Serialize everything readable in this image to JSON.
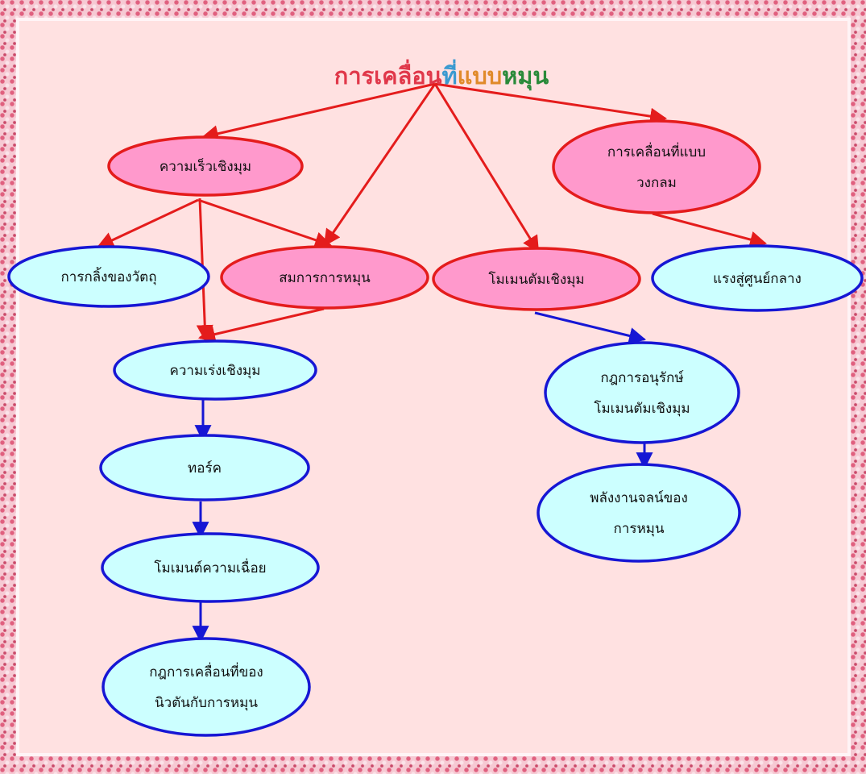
{
  "title": {
    "segments": [
      {
        "text": "การเคลื่อน",
        "color": "#e0384a"
      },
      {
        "text": "ที่",
        "color": "#3a9ad0"
      },
      {
        "text": "แบบ",
        "color": "#e08a2a"
      },
      {
        "text": "หมุน",
        "color": "#2a8a3a"
      }
    ]
  },
  "colors": {
    "red": "#e41c1c",
    "blue": "#1616d4",
    "pink_fill": "#ff99cc",
    "cyan_fill": "#ccffff",
    "panel": "#ffe1e1"
  },
  "nodes": [
    {
      "id": "angular-velocity",
      "lines": [
        "ความเร็วเชิงมุม"
      ],
      "style": "pink"
    },
    {
      "id": "circular-motion",
      "lines": [
        "การเคลื่อนที่แบบ",
        "วงกลม"
      ],
      "style": "pink"
    },
    {
      "id": "rolling",
      "lines": [
        "การกลิ้งของวัตถุ"
      ],
      "style": "cyan"
    },
    {
      "id": "rotation-equation",
      "lines": [
        "สมการการหมุน"
      ],
      "style": "pink"
    },
    {
      "id": "angular-momentum",
      "lines": [
        "โมเมนตัมเชิงมุม"
      ],
      "style": "pink"
    },
    {
      "id": "centripetal-force",
      "lines": [
        "แรงสู่ศูนย์กลาง"
      ],
      "style": "cyan"
    },
    {
      "id": "angular-acceleration",
      "lines": [
        "ความเร่งเชิงมุม"
      ],
      "style": "cyan"
    },
    {
      "id": "conservation-angular-momentum",
      "lines": [
        "กฎการอนุรักษ์",
        "โมเมนตัมเชิงมุม"
      ],
      "style": "cyan"
    },
    {
      "id": "torque",
      "lines": [
        "ทอร์ค"
      ],
      "style": "cyan"
    },
    {
      "id": "rotational-kinetic-energy",
      "lines": [
        "พลังงานจลน์ของ",
        "การหมุน"
      ],
      "style": "cyan"
    },
    {
      "id": "moment-of-inertia",
      "lines": [
        "โมเมนต์ความเฉื่อย"
      ],
      "style": "cyan"
    },
    {
      "id": "newton-rotation-law",
      "lines": [
        "กฎการเคลื่อนที่ของ",
        "นิวตันกับการหมุน"
      ],
      "style": "cyan"
    }
  ],
  "edges": [
    {
      "from": "title",
      "to": "angular-velocity",
      "color": "red"
    },
    {
      "from": "title",
      "to": "rotation-equation",
      "color": "red"
    },
    {
      "from": "title",
      "to": "angular-momentum",
      "color": "red"
    },
    {
      "from": "title",
      "to": "circular-motion",
      "color": "red"
    },
    {
      "from": "angular-velocity",
      "to": "rolling",
      "color": "red"
    },
    {
      "from": "angular-velocity",
      "to": "rotation-equation",
      "color": "red"
    },
    {
      "from": "angular-velocity",
      "to": "angular-acceleration",
      "color": "red"
    },
    {
      "from": "rotation-equation",
      "to": "angular-acceleration",
      "color": "red"
    },
    {
      "from": "circular-motion",
      "to": "centripetal-force",
      "color": "red"
    },
    {
      "from": "angular-momentum",
      "to": "conservation-angular-momentum",
      "color": "blue"
    },
    {
      "from": "angular-acceleration",
      "to": "torque",
      "color": "blue"
    },
    {
      "from": "torque",
      "to": "moment-of-inertia",
      "color": "blue"
    },
    {
      "from": "moment-of-inertia",
      "to": "newton-rotation-law",
      "color": "blue"
    },
    {
      "from": "conservation-angular-momentum",
      "to": "rotational-kinetic-energy",
      "color": "blue"
    }
  ]
}
